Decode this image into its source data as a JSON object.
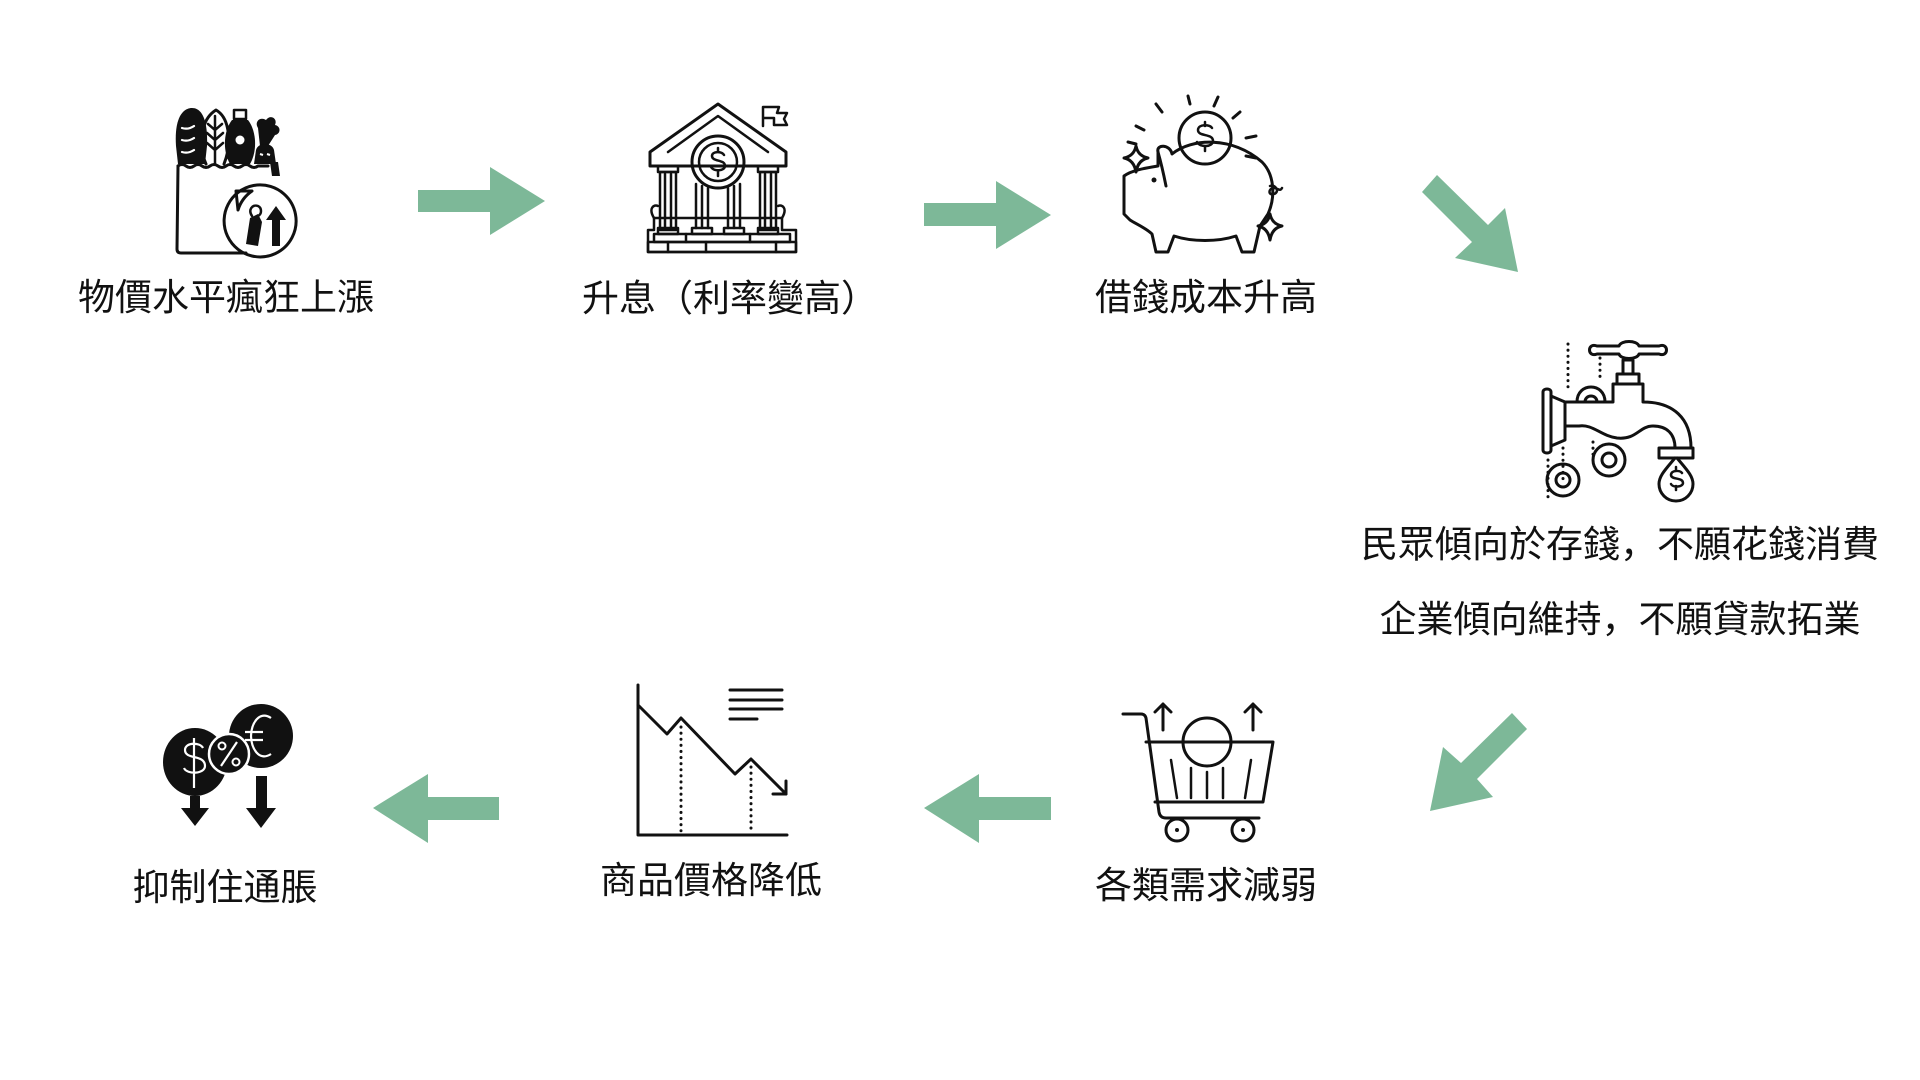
{
  "diagram": {
    "type": "process-cycle",
    "arrow_color": "#7DB898",
    "steps": [
      {
        "id": "step1",
        "icon": "grocery-bag-price-up-icon",
        "label": "物價水平瘋狂上漲"
      },
      {
        "id": "step2",
        "icon": "bank-dollar-icon",
        "label": "升息（利率變高）"
      },
      {
        "id": "step3",
        "icon": "piggy-bank-coin-icon",
        "label": "借錢成本升高"
      },
      {
        "id": "step4",
        "icon": "faucet-money-icon",
        "label_lines": [
          "民眾傾向於存錢，不願花錢消費",
          "企業傾向維持，不願貸款拓業"
        ]
      },
      {
        "id": "step5",
        "icon": "shopping-cart-minus-icon",
        "label": "各類需求減弱"
      },
      {
        "id": "step6",
        "icon": "declining-chart-icon",
        "label": "商品價格降低"
      },
      {
        "id": "step7",
        "icon": "currency-rates-down-icon",
        "label": "抑制住通脹"
      }
    ],
    "arrows": [
      {
        "from": "step1",
        "to": "step2",
        "direction": "right"
      },
      {
        "from": "step2",
        "to": "step3",
        "direction": "right"
      },
      {
        "from": "step3",
        "to": "step4",
        "direction": "down-right"
      },
      {
        "from": "step4",
        "to": "step5",
        "direction": "down-left"
      },
      {
        "from": "step5",
        "to": "step6",
        "direction": "left"
      },
      {
        "from": "step6",
        "to": "step7",
        "direction": "left"
      }
    ]
  }
}
